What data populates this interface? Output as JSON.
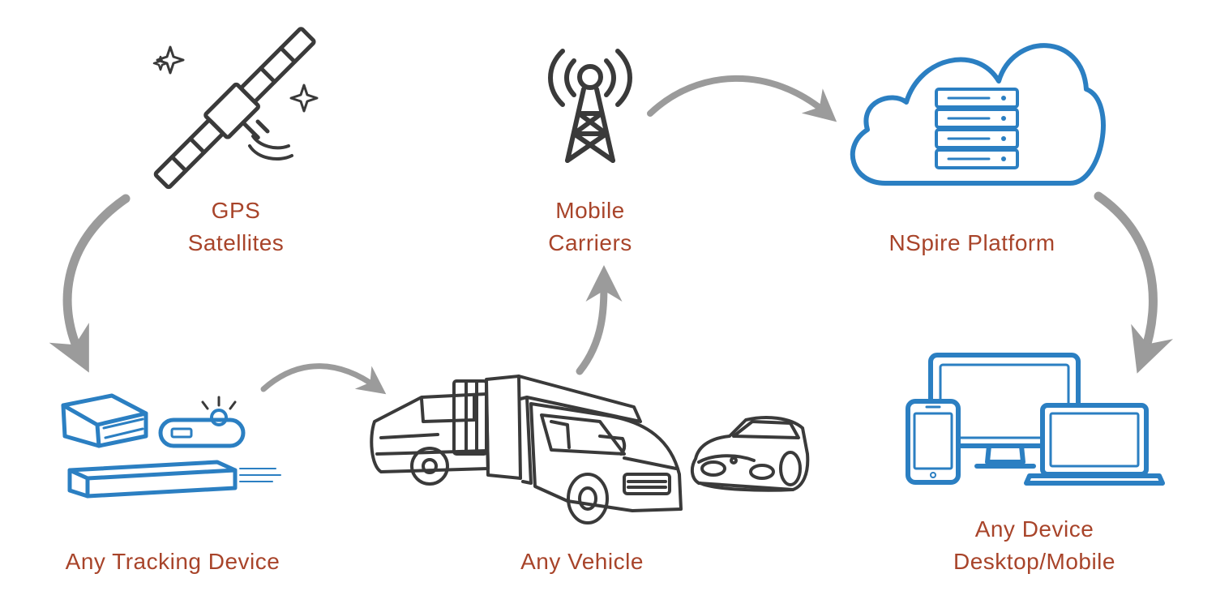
{
  "colors": {
    "label": "#A8442A",
    "sketch": "#3a3a3a",
    "device_blue": "#2B7FC2",
    "arrow_gray": "#9B9B9B"
  },
  "nodes": {
    "gps": {
      "line1": "GPS",
      "line2": "Satellites",
      "icon": "satellite-icon"
    },
    "mobile": {
      "line1": "Mobile",
      "line2": "Carriers",
      "icon": "cell-tower-icon"
    },
    "nspire": {
      "line1": "NSpire Platform",
      "icon": "cloud-server-icon"
    },
    "tracking": {
      "line1": "Any Tracking Device",
      "icon": "tracking-devices-icon"
    },
    "vehicle": {
      "line1": "Any Vehicle",
      "icon": "vehicles-icon"
    },
    "device": {
      "line1": "Any Device",
      "line2": "Desktop/Mobile",
      "icon": "devices-icon"
    }
  }
}
